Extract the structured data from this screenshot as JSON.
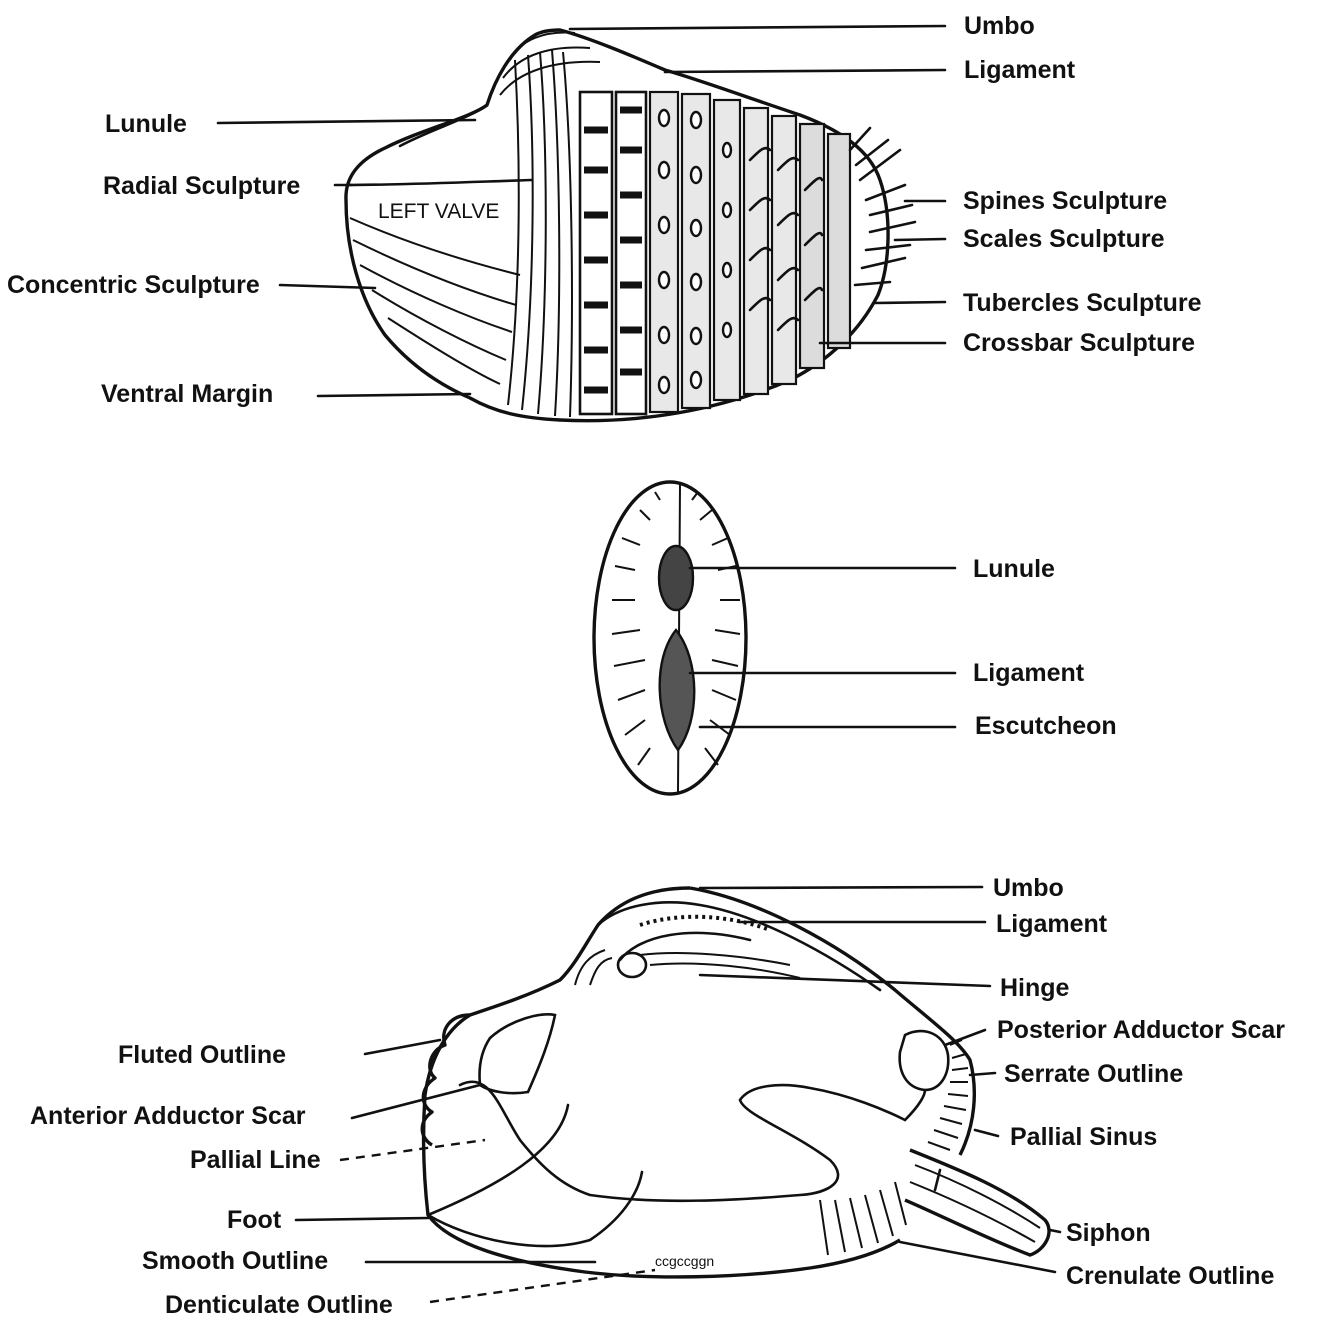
{
  "diagram": {
    "top_view": {
      "labels": {
        "umbo": "Umbo",
        "ligament": "Ligament",
        "lunule": "Lunule",
        "radial_sculpture": "Radial Sculpture",
        "left_valve": "LEFT VALVE",
        "concentric_sculpture": "Concentric Sculpture",
        "ventral_margin": "Ventral Margin",
        "spines_sculpture": "Spines Sculpture",
        "scales_sculpture": "Scales Sculpture",
        "tubercles_sculpture": "Tubercles Sculpture",
        "crossbar_sculpture": "Crossbar Sculpture"
      }
    },
    "middle_view": {
      "labels": {
        "lunule": "Lunule",
        "ligament": "Ligament",
        "escutcheon": "Escutcheon"
      }
    },
    "bottom_view": {
      "labels": {
        "umbo": "Umbo",
        "ligament": "Ligament",
        "hinge": "Hinge",
        "posterior_adductor_scar": "Posterior Adductor Scar",
        "serrate_outline": "Serrate Outline",
        "pallial_sinus": "Pallial Sinus",
        "siphon": "Siphon",
        "crenulate_outline": "Crenulate Outline",
        "fluted_outline": "Fluted Outline",
        "anterior_adductor_scar": "Anterior Adductor Scar",
        "pallial_line": "Pallial Line",
        "foot": "Foot",
        "smooth_outline": "Smooth Outline",
        "denticulate_outline": "Denticulate Outline"
      }
    }
  }
}
